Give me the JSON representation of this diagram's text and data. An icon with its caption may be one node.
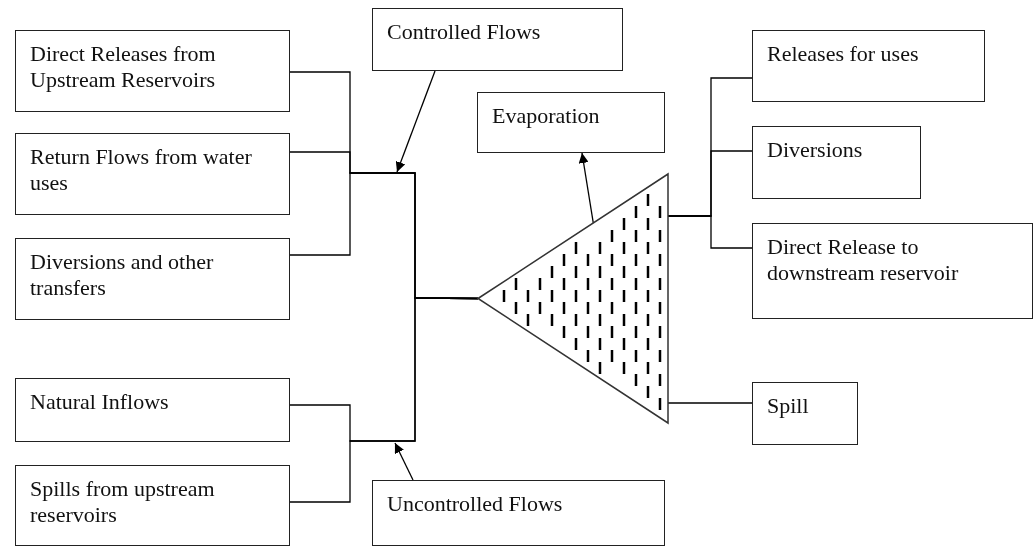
{
  "diagram": {
    "nodes": [
      {
        "text": [
          "Direct Releases from Upstream Reservoirs"
        ]
      },
      {
        "text": [
          "Return Flows from water uses"
        ]
      },
      {
        "text": [
          "Diversions and other transfers"
        ]
      },
      {
        "text": [
          "Natural Inflows"
        ]
      },
      {
        "text": [
          "Spills from upstream reservoirs"
        ]
      },
      {
        "text": [
          "Controlled Flows"
        ]
      },
      {
        "text": [
          "Uncontrolled Flows"
        ]
      },
      {
        "text": [
          "Evaporation"
        ]
      },
      {
        "text": [],
        "shape": "triangle"
      },
      {
        "text": [
          "Releases for uses"
        ]
      },
      {
        "text": [
          "Diversions"
        ]
      },
      {
        "text": [
          "Direct Release to downstream reservoir"
        ]
      },
      {
        "text": [
          "Spill"
        ]
      }
    ],
    "edges": [
      {
        "from": 0,
        "to": 8,
        "arrow": "none"
      },
      {
        "from": 1,
        "to": 8,
        "arrow": "none"
      },
      {
        "from": 2,
        "to": 8,
        "arrow": "none"
      },
      {
        "from": 3,
        "to": 8,
        "arrow": "none"
      },
      {
        "from": 4,
        "to": 8,
        "arrow": "none"
      },
      {
        "from": 5,
        "to": null,
        "arrow": "to"
      },
      {
        "from": 6,
        "to": null,
        "arrow": "to"
      },
      {
        "from": 8,
        "to": 7,
        "arrow": "to"
      },
      {
        "from": 8,
        "to": 9,
        "arrow": "none"
      },
      {
        "from": 8,
        "to": 10,
        "arrow": "none"
      },
      {
        "from": 8,
        "to": 11,
        "arrow": "none"
      },
      {
        "from": 8,
        "to": 12,
        "arrow": "none"
      }
    ]
  }
}
